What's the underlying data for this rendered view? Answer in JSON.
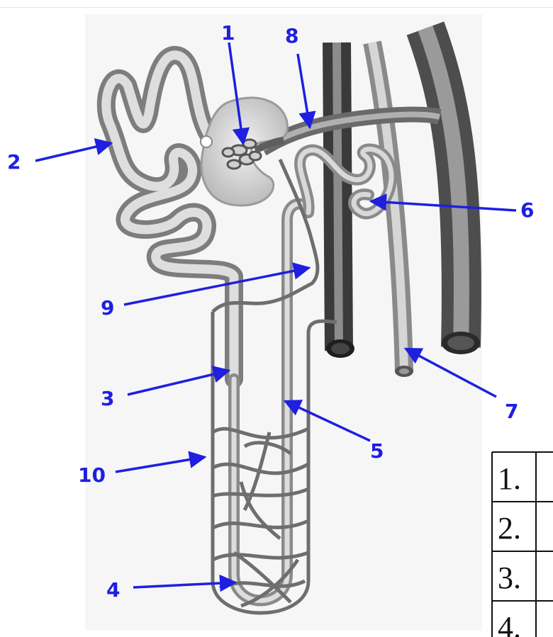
{
  "labels": [
    "1",
    "2",
    "3",
    "4",
    "5",
    "6",
    "7",
    "8",
    "9",
    "10"
  ],
  "table_rows": [
    "1.",
    "2.",
    "3.",
    "4."
  ],
  "colors": {
    "label": "#1f1fe0",
    "vessel_dark": "#5a5a5a",
    "vessel_light": "#bdbdbd",
    "capsule": "#d8d8d8"
  }
}
